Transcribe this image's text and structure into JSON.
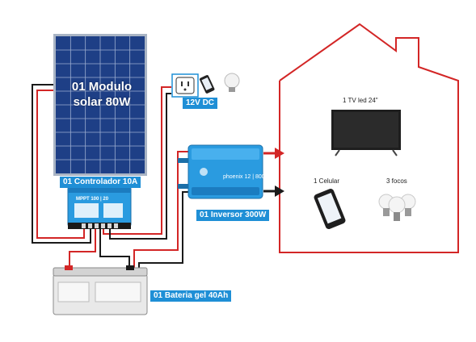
{
  "diagram": {
    "solar_panel_label_line1": "01 Modulo",
    "solar_panel_label_line2": "solar 80W",
    "dc_label": "12V DC",
    "controller_label": "01 Controlador 10A",
    "controller_model": "MPPT 100 | 20",
    "inverter_label": "01 Inversor 300W",
    "inverter_model": "phoenix 12 | 800",
    "battery_label": "01 Bateria gel 40Ah",
    "tv_label": "1 TV led 24\"",
    "phone_label": "1 Celular",
    "bulbs_label": "3 focos"
  },
  "colors": {
    "accent_blue": "#1f8fd6",
    "wire_red": "#d32626",
    "wire_black": "#1a1a1a",
    "house_outline": "#d32626"
  }
}
